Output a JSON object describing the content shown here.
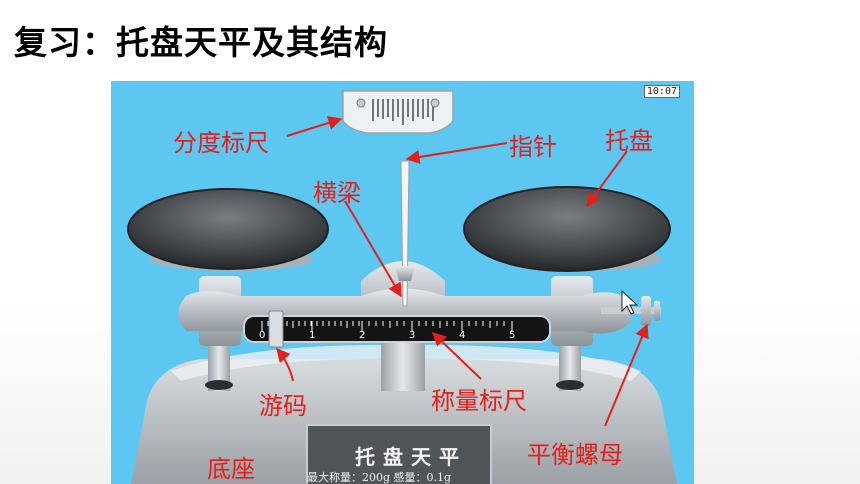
{
  "slide": {
    "title": "复习：托盘天平及其结构"
  },
  "figure": {
    "timer": "10:07",
    "nameplate": {
      "title": "托盘天平",
      "spec": "最大称量：200g  感量：0.1g"
    },
    "scale_ticks": [
      "0",
      "1",
      "2",
      "3",
      "4",
      "5"
    ],
    "labels": {
      "graduated_scale": "分度标尺",
      "pointer": "指针",
      "pan": "托盘",
      "beam": "横梁",
      "rider": "游码",
      "weighing_scale": "称量标尺",
      "base": "底座",
      "balance_nut": "平衡螺母"
    },
    "colors": {
      "background": "#5cc8f2",
      "label": "#e3201b",
      "metal": "#b9bfc4"
    }
  }
}
